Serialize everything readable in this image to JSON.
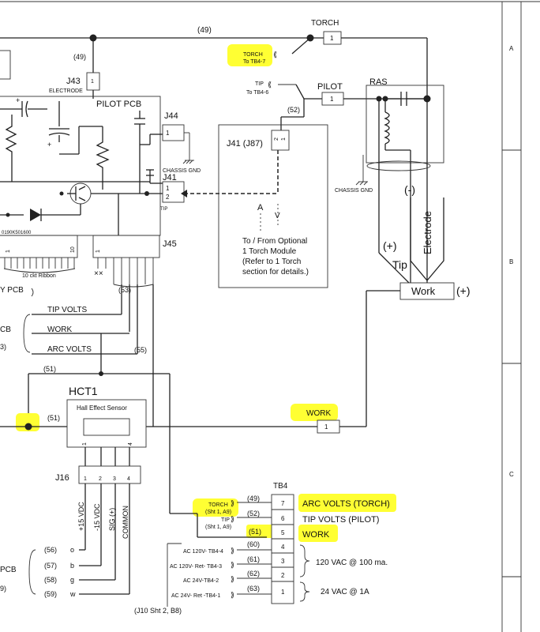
{
  "colors": {
    "highlight": "#ffff33",
    "line": "#222222",
    "frame": "#555555"
  },
  "border": {
    "rows": [
      "A",
      "B",
      "C"
    ]
  },
  "labels": {
    "w49_top": "(49)",
    "w49_j43": "(49)",
    "torch": "TORCH",
    "torch_hl_1": "TORCH",
    "torch_hl_2": "To TB4-7",
    "j43": "J43",
    "electrode": "ELECTRODE",
    "tip": "TIP",
    "to_tb4_6": "To TB4-6",
    "pilot": "PILOT",
    "w52": "(52)",
    "ras": "RAS",
    "pilot_pcb": "PILOT PCB",
    "j44": "J44",
    "j41_main": "J41",
    "j41_tip": "TIP",
    "chassis_gnd_1": "CHASSIS GND",
    "chassis_gnd_2": "CHASSIS GND",
    "j41_j87": "J41 (J87)",
    "arrow_a": "A",
    "arrow_v": "V",
    "optional_1": "To / From Optional",
    "optional_2": "1 Torch  Module",
    "optional_3": "(Refer to 1 Torch",
    "optional_4": "section for details.)",
    "minus": "(-)",
    "plus_tip": "(+)",
    "tip_big": "Tip",
    "electrode_big": "Electrode",
    "work_box": "Work",
    "work_plus": "(+)",
    "part_no": "0190K501600",
    "ribbon": "10 ckt Ribbon",
    "j45": "J45",
    "y_pcb": "Y PCB",
    "cb_1": "CB",
    "cb_2": "3)",
    "w53": "(53)",
    "tip_volts": "TIP VOLTS",
    "work_lbl": "WORK",
    "arc_volts": "ARC VOLTS",
    "w55": "(55)",
    "w51_a": "(51)",
    "w51_b": "(51)",
    "hct1": "HCT1",
    "hall": "Hall Effect Sensor",
    "work_hl": "WORK",
    "j16": "J16",
    "j16_p1": "+15 VDC",
    "j16_p2": "-15 VDC",
    "j16_p3": "SIG (+)",
    "j16_p4": "COMMON",
    "tb4": "TB4",
    "tb4_torch_1": "TORCH",
    "tb4_torch_2": "(Sht 1, A9)",
    "tb4_tip_1": "TIP",
    "tb4_tip_2": "(Sht 1, A9)",
    "tb4_ac1": "AC 120V- TB4-4",
    "tb4_ac2": "AC 120V- Ret- TB4-3",
    "tb4_ac3": "AC 24V-TB4-2",
    "tb4_ac4": "AC 24V- Ret -TB4-1",
    "tb4_w49": "(49)",
    "tb4_w52": "(52)",
    "tb4_w51": "(51)",
    "tb4_w60": "(60)",
    "tb4_w61": "(61)",
    "tb4_w62": "(62)",
    "tb4_w63": "(63)",
    "arc_volts_torch": "ARC VOLTS (TORCH)",
    "tip_volts_pilot": "TIP VOLTS (PILOT)",
    "tb4_work": "WORK",
    "vac120": "120 VAC @ 100 ma.",
    "vac24": "24 VAC @ 1A",
    "j10": "(J10  Sht 2, B8)",
    "pcb_l": "PCB",
    "paren9": "9)",
    "w56": "(56)",
    "w57": "(57)",
    "w58": "(58)",
    "w59": "(59)",
    "l_o": "o",
    "l_b": "b",
    "l_g": "g",
    "l_w": "w"
  },
  "pins": {
    "one": "1",
    "two": "2",
    "three": "3",
    "four": "4",
    "five": "5",
    "six": "6",
    "seven": "7",
    "ten": "10"
  }
}
